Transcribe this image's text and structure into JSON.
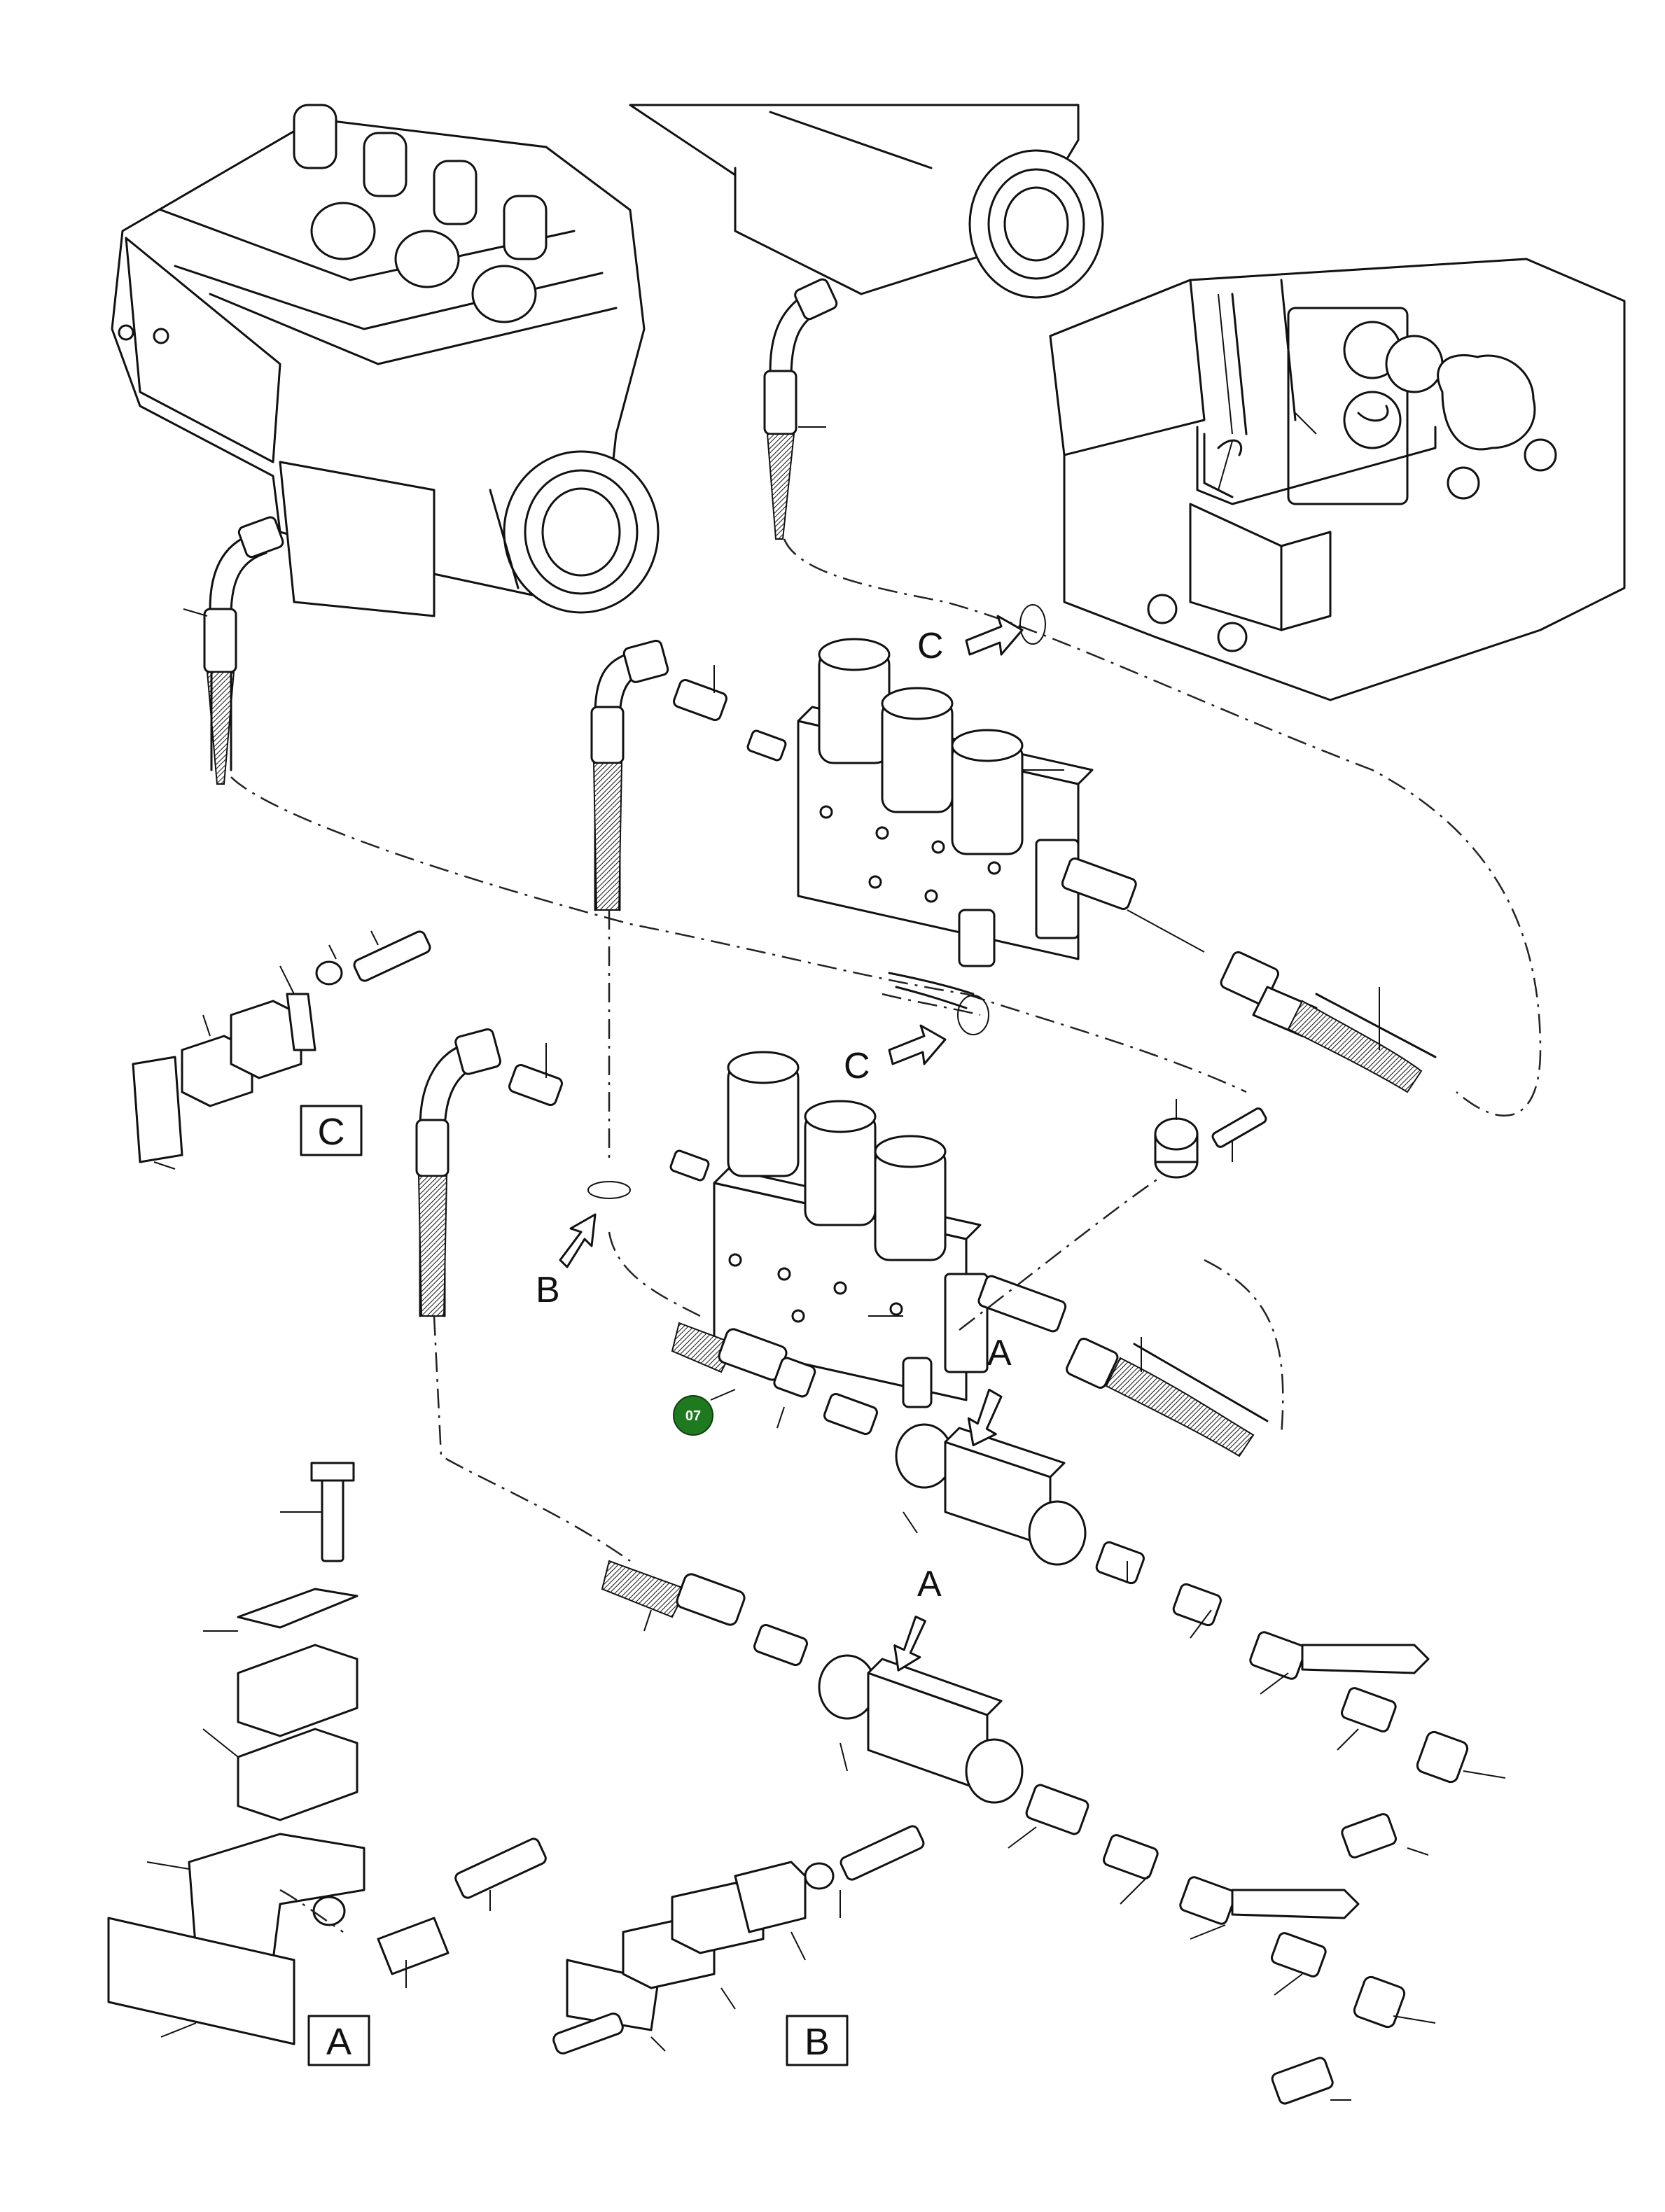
{
  "view_labels": {
    "c_upper": "C",
    "c_lower": "C",
    "b_arrow": "B",
    "a_upper": "A",
    "a_lower": "A"
  },
  "detail_boxes": {
    "a": "A",
    "b": "B",
    "c": "C"
  },
  "callout": {
    "number": "07",
    "color": "#1f7a1f"
  },
  "colors": {
    "line": "#111111",
    "background": "#ffffff"
  }
}
